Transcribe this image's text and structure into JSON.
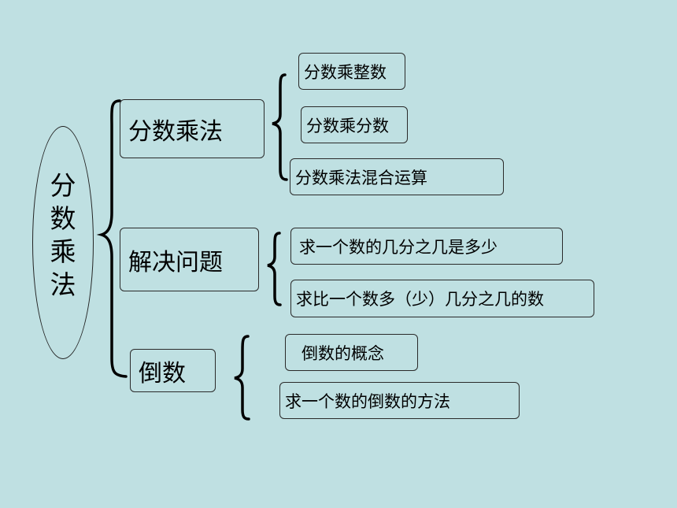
{
  "root": {
    "label": "分数乘法"
  },
  "branches": [
    {
      "label": "分数乘法",
      "children": [
        "分数乘整数",
        "分数乘分数",
        "分数乘法混合运算"
      ]
    },
    {
      "label": "解决问题",
      "children": [
        "求一个数的几分之几是多少",
        "求比一个数多（少）几分之几的数"
      ]
    },
    {
      "label": "倒数",
      "children": [
        "倒数的概念",
        "求一个数的倒数的方法"
      ]
    }
  ],
  "colors": {
    "background": "#bfe0e2",
    "stroke": "#000000"
  }
}
